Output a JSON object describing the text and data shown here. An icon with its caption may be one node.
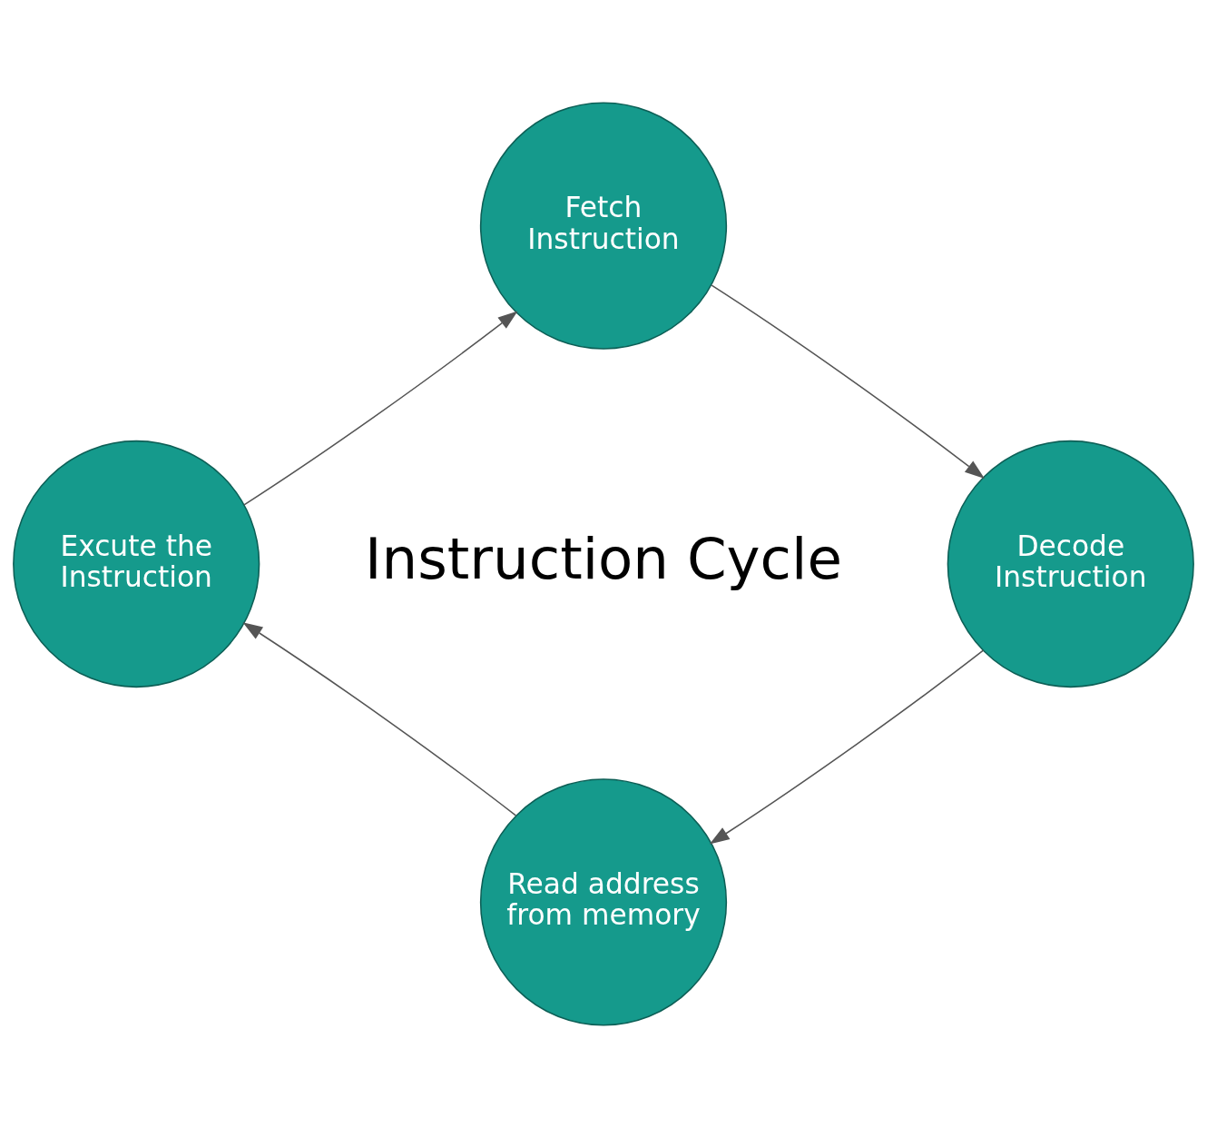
{
  "diagram": {
    "nodes": [
      {
        "text": [
          "Fetch Instruction"
        ]
      },
      {
        "text": [
          "Decode Instruction"
        ]
      },
      {
        "text": [
          "Read address from memory"
        ]
      },
      {
        "text": [
          "Excute the Instruction"
        ]
      }
    ],
    "edges": [
      {
        "from": 0,
        "to": 1,
        "arrow": "to"
      },
      {
        "from": 1,
        "to": 2,
        "arrow": "to"
      },
      {
        "from": 2,
        "to": 3,
        "arrow": "to"
      },
      {
        "from": 3,
        "to": 0,
        "arrow": "to"
      }
    ],
    "labels": [
      "Instruction Cycle"
    ]
  }
}
